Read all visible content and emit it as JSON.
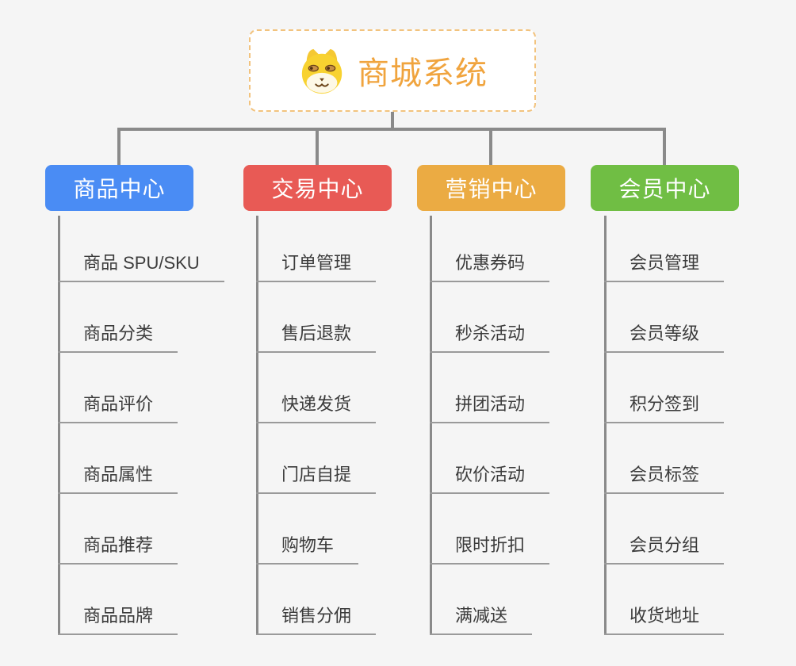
{
  "root": {
    "title": "商城系统",
    "icon": "dog-face-icon"
  },
  "branches": [
    {
      "label": "商品中心",
      "color": "#4a8cf4",
      "items": [
        "商品 SPU/SKU",
        "商品分类",
        "商品评价",
        "商品属性",
        "商品推荐",
        "商品品牌"
      ]
    },
    {
      "label": "交易中心",
      "color": "#e85a55",
      "items": [
        "订单管理",
        "售后退款",
        "快递发货",
        "门店自提",
        "购物车",
        "销售分佣"
      ]
    },
    {
      "label": "营销中心",
      "color": "#ebab43",
      "items": [
        "优惠券码",
        "秒杀活动",
        "拼团活动",
        "砍价活动",
        "限时折扣",
        "满减送"
      ]
    },
    {
      "label": "会员中心",
      "color": "#70be44",
      "items": [
        "会员管理",
        "会员等级",
        "积分签到",
        "会员标签",
        "会员分组",
        "收货地址"
      ]
    }
  ],
  "colors": {
    "background": "#f5f5f5",
    "connector": "#8a8a8a",
    "underline": "#9a9a9a",
    "leaf_text": "#3b3b3b",
    "root_title": "#f0a43e",
    "root_border": "#f2c37e",
    "node_text": "#ffffff"
  }
}
